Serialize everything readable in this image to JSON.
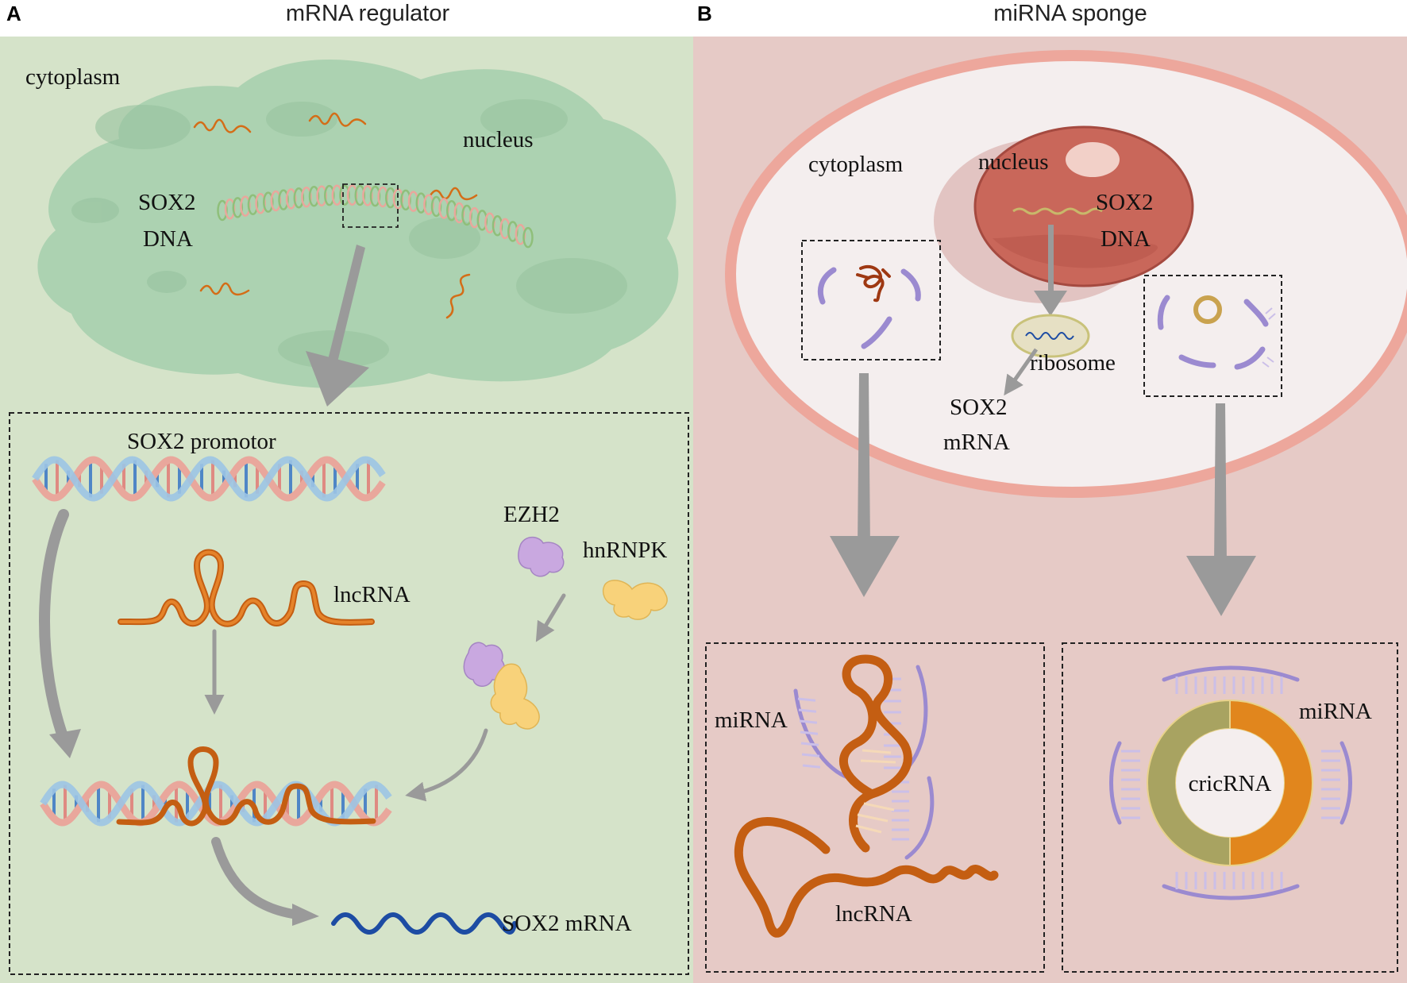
{
  "panel_a": {
    "letter": "A",
    "title": "mRNA regulator",
    "labels": {
      "cytoplasm": "cytoplasm",
      "nucleus": "nucleus",
      "sox2": "SOX2",
      "dna": "DNA",
      "sox2_promotor": "SOX2 promotor",
      "lncrna": "lncRNA",
      "ezh2": "EZH2",
      "hnrnpk": "hnRNPK",
      "sox2_mrna": "SOX2 mRNA"
    }
  },
  "panel_b": {
    "letter": "B",
    "title": "miRNA sponge",
    "labels": {
      "cytoplasm": "cytoplasm",
      "nucleus": "nucleus",
      "sox2": "SOX2",
      "dna": "DNA",
      "ribosome": "ribosome",
      "mrna_line1": "SOX2",
      "mrna_line2": "mRNA",
      "mirna_left": "miRNA",
      "lncrna": "lncRNA",
      "mirna_right": "miRNA",
      "circrna": "cricRNA"
    }
  },
  "colors": {
    "panel_a_bg": "#d5e3c9",
    "panel_b_bg": "#e6cac6",
    "cell_green": "#a7cfae",
    "nucleus_red": "#c9675a",
    "cell_membrane": "#eda79c",
    "cell_inner": "#f4eeee",
    "arrow_gray": "#9a9a9a",
    "lncrna_orange": "#d46d17",
    "mrna_blue": "#1d4ca3",
    "mirna_purple": "#9b8ad0",
    "ezh2_purple": "#c9a8e0",
    "hnrnpk_yellow": "#f8d27a",
    "circ_olive": "#a8a361",
    "circ_orange": "#e1861d"
  }
}
